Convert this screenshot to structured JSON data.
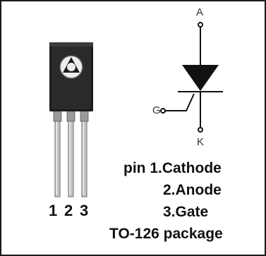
{
  "colors": {
    "border": "#1a1a1a",
    "package_body": "#1f1f1f",
    "lead": "#b8b8b8",
    "symbol": "#111111",
    "background": "#ffffff"
  },
  "symbol": {
    "anode_label": "A",
    "cathode_label": "K",
    "gate_label": "G"
  },
  "package": {
    "pin_numbers": [
      "1",
      "2",
      "3"
    ]
  },
  "description": {
    "line1": "pin 1.Cathode",
    "line2": "2.Anode",
    "line3": "3.Gate",
    "line4": "TO-126 package"
  }
}
